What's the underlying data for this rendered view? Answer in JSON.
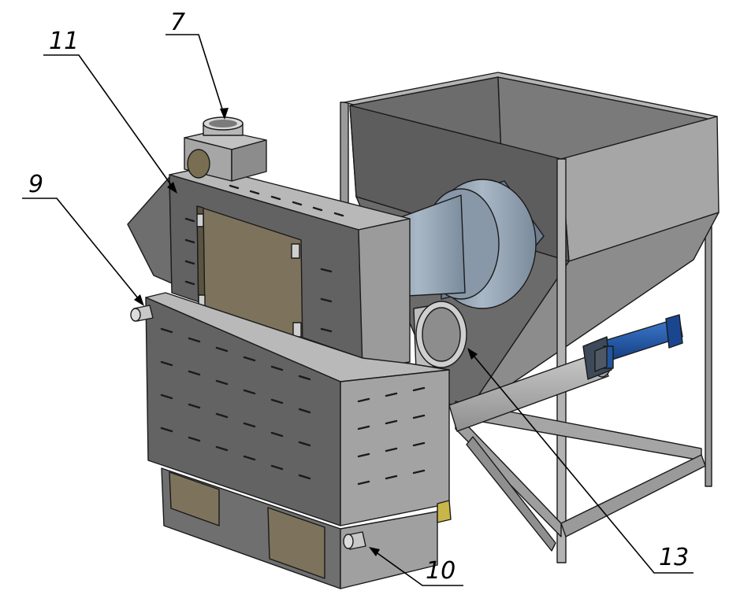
{
  "callouts": [
    {
      "id": "c7",
      "label": "7"
    },
    {
      "id": "c9",
      "label": "9"
    },
    {
      "id": "c10",
      "label": "10"
    },
    {
      "id": "c11",
      "label": "11"
    },
    {
      "id": "c13",
      "label": "13"
    }
  ],
  "colors": {
    "background": "#ffffff",
    "steel_light": "#a9a9a9",
    "steel_mid": "#8a8a8a",
    "steel_dark": "#5e5e5e",
    "door_panel": "#7d735c",
    "burner_blue": "#8e9fb0",
    "cylinder_blue": "#1e4f9c",
    "ink": "#000000"
  }
}
